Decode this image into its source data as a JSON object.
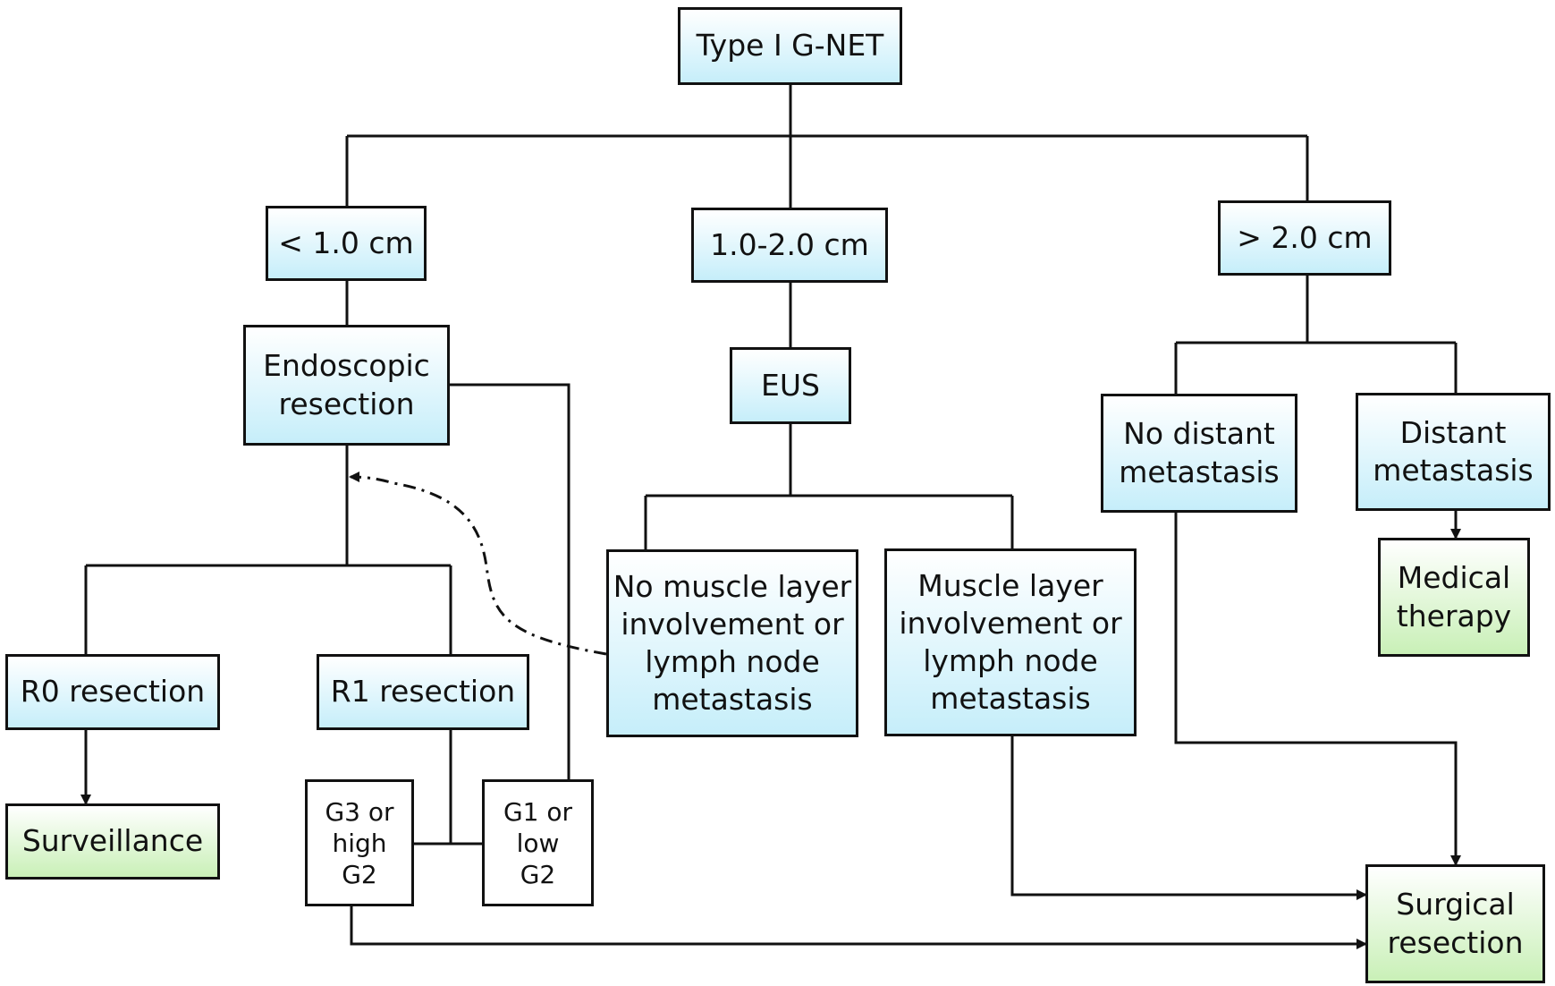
{
  "nodes": {
    "type1": "Type I G-NET",
    "lt1": "< 1.0 cm",
    "mid": "1.0-2.0 cm",
    "gt2": "> 2.0 cm",
    "endo": "Endoscopic\nresection",
    "eus": "EUS",
    "nodist": "No distant\nmetastasis",
    "dist": "Distant\nmetastasis",
    "medical": "Medical\ntherapy",
    "nomuscle": "No muscle layer\ninvolvement or\nlymph node\nmetastasis",
    "muscle": "Muscle layer\ninvolvement or\nlymph node\nmetastasis",
    "r0": "R0 resection",
    "r1": "R1 resection",
    "surveil": "Surveillance",
    "g3": "G3 or\nhigh\nG2",
    "g1": "G1 or\nlow\nG2",
    "surgical": "Surgical\nresection"
  },
  "colors": {
    "decision_fill": "#c6eefa",
    "outcome_fill": "#c9f0b7",
    "line": "#111111"
  }
}
